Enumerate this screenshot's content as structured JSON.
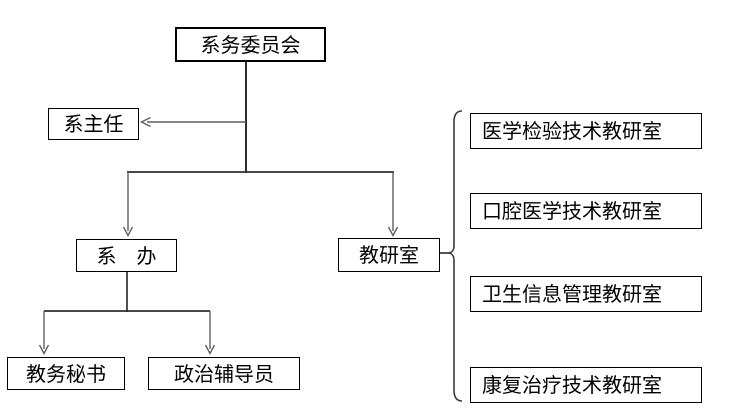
{
  "diagram": {
    "nodes": {
      "committee": "系务委员会",
      "director": "系主任",
      "department_office": "系　办",
      "teaching_research_office": "教研室",
      "academic_secretary": "教务秘书",
      "political_counselor": "政治辅导员"
    },
    "teaching_offices": [
      "医学检验技术教研室",
      "口腔医学技术教研室",
      "卫生信息管理教研室",
      "康复治疗技术教研室"
    ],
    "colors": {
      "box_border": "#000000",
      "line": "#2e2e2e",
      "arrow": "#5f5f5f"
    }
  }
}
